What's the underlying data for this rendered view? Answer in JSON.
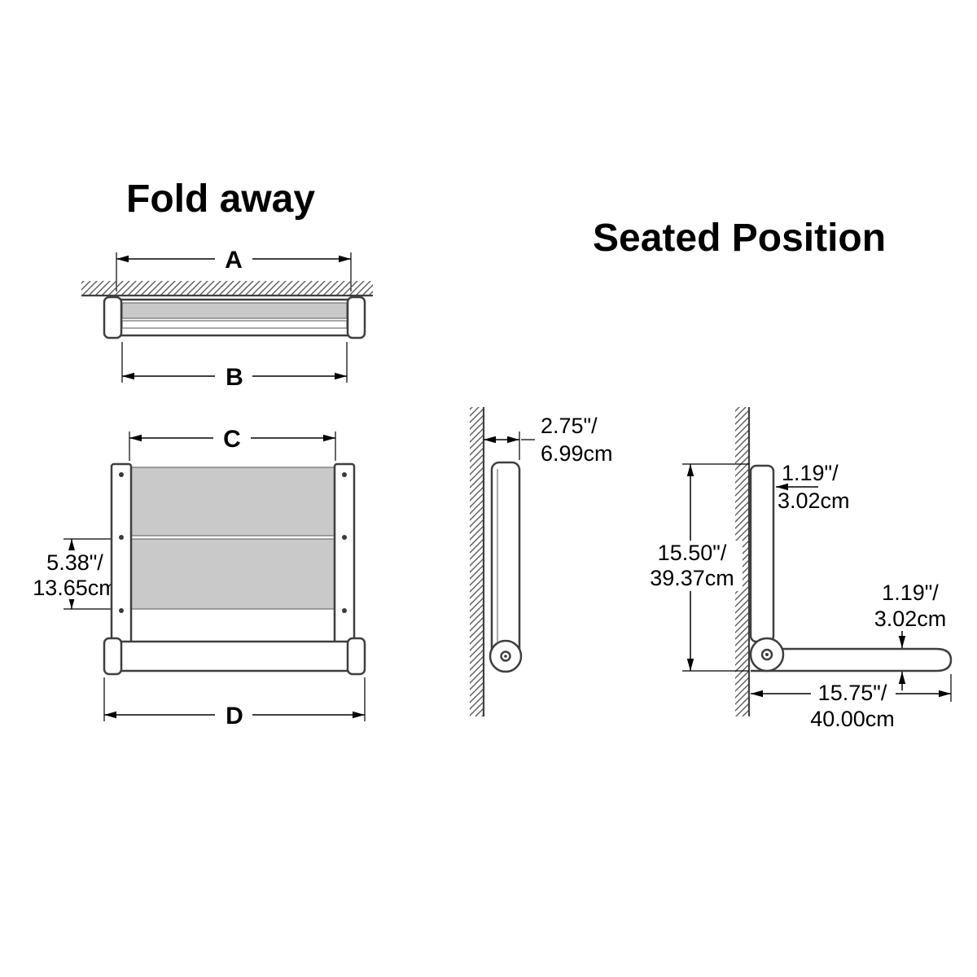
{
  "titles": {
    "left": "Fold away",
    "right": "Seated Position"
  },
  "colors": {
    "panel_fill": "#c9c9c9",
    "outline": "#3f3f3f",
    "dimension": "#000000",
    "background": "#ffffff"
  },
  "top_view": {
    "dim_a_label": "A",
    "dim_b_label": "B"
  },
  "front_view": {
    "dim_c_label": "C",
    "dim_d_label": "D",
    "panel_height": {
      "line1": "5.38\"/",
      "line2": "13.65cm"
    }
  },
  "folded_side_view": {
    "folded_depth": {
      "line1": "2.75\"/",
      "line2": "6.99cm"
    }
  },
  "seated_side_view": {
    "bracket_thickness": {
      "line1": "1.19\"/",
      "line2": "3.02cm"
    },
    "mount_height": {
      "line1": "15.50\"/",
      "line2": "39.37cm"
    },
    "seat_thickness": {
      "line1": "1.19\"/",
      "line2": "3.02cm"
    },
    "seat_depth": {
      "line1": "15.75\"/",
      "line2": "40.00cm"
    }
  }
}
